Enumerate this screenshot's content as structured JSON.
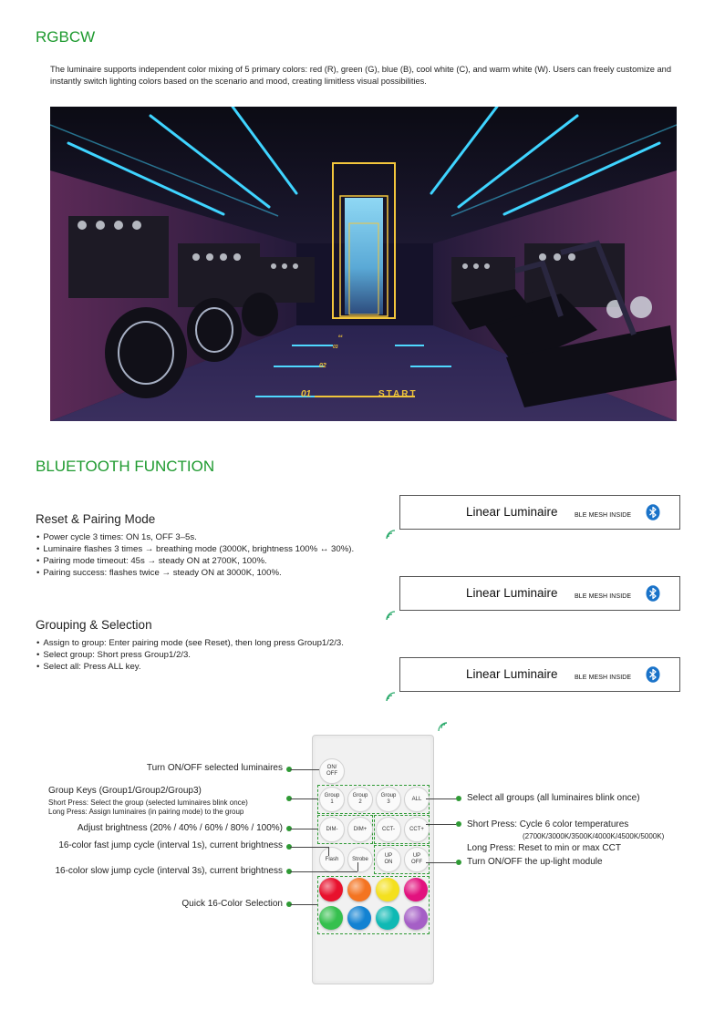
{
  "section1": {
    "title": "RGBCW",
    "paragraph": "The luminaire supports independent color mixing of 5 primary colors: red (R), green (G), blue (B), cool white (C), and warm white (W). Users can freely customize and instantly switch lighting colors based on the scenario and mood, creating limitless visual possibilities."
  },
  "photo": {
    "floor_marks": [
      "01",
      "02",
      "03",
      "04"
    ],
    "start_label": "START"
  },
  "section2": {
    "title": "BLUETOOTH FUNCTION",
    "reset": {
      "heading": "Reset & Pairing Mode",
      "items": [
        "Power cycle 3 times: ON 1s, OFF 3–5s.",
        "Luminaire flashes 3 times → breathing mode (3000K, brightness 100% ↔ 30%).",
        "Pairing mode timeout: 45s → steady ON at 2700K, 100%.",
        "Pairing success: flashes twice → steady ON at 3000K, 100%."
      ]
    },
    "grouping": {
      "heading": "Grouping & Selection",
      "items": [
        "Assign to group: Enter pairing mode (see Reset), then long press Group1/2/3.",
        "Select group: Short press Group1/2/3.",
        "Select all: Press ALL key."
      ]
    },
    "luminaires": [
      {
        "name": "Linear Luminaire",
        "tag": "BLE MESH INSIDE"
      },
      {
        "name": "Linear Luminaire",
        "tag": "BLE MESH INSIDE"
      },
      {
        "name": "Linear Luminaire",
        "tag": "BLE MESH INSIDE"
      }
    ]
  },
  "remote": {
    "keys": {
      "onoff": "ON/\nOFF",
      "group1": "Group\n1",
      "group2": "Group\n2",
      "group3": "Group\n3",
      "all": "ALL",
      "dim_minus": "DIM-",
      "dim_plus": "DIM+",
      "cct_minus": "CCT-",
      "cct_plus": "CCT+",
      "flash": "Flash",
      "strobe": "Strobe",
      "up_on": "UP\nON",
      "up_off": "UP\nOFF"
    },
    "color_keys": [
      "#e8112d",
      "#f47421",
      "#f4e01e",
      "#e2127e",
      "#35c04e",
      "#1282d2",
      "#0fb9b4",
      "#a55fc6"
    ],
    "labels_left": {
      "onoff": "Turn ON/OFF selected luminaires",
      "group_title": "Group Keys (Group1/Group2/Group3)",
      "group_short": "Short Press: Select the group (selected luminaires blink once)",
      "group_long": "Long Press: Assign luminaires (in pairing mode) to the group",
      "brightness": "Adjust brightness (20% / 40% / 60% / 80% / 100%)",
      "fast_jump": "16-color fast jump cycle (interval 1s), current brightness",
      "slow_jump": "16-color slow jump cycle (interval 3s), current brightness",
      "quick_color": "Quick 16-Color Selection"
    },
    "labels_right": {
      "all": "Select all groups (all luminaires blink once)",
      "cct_short": "Short Press: Cycle 6 color temperatures",
      "cct_values": "(2700K/3000K/3500K/4000K/4500K/5000K)",
      "cct_long": "Long Press: Reset to min or max CCT",
      "uplight": "Turn ON/OFF the up-light module"
    }
  },
  "colors": {
    "accent_green": "#1e9a2f",
    "bluetooth_blue": "#1a73c9"
  }
}
